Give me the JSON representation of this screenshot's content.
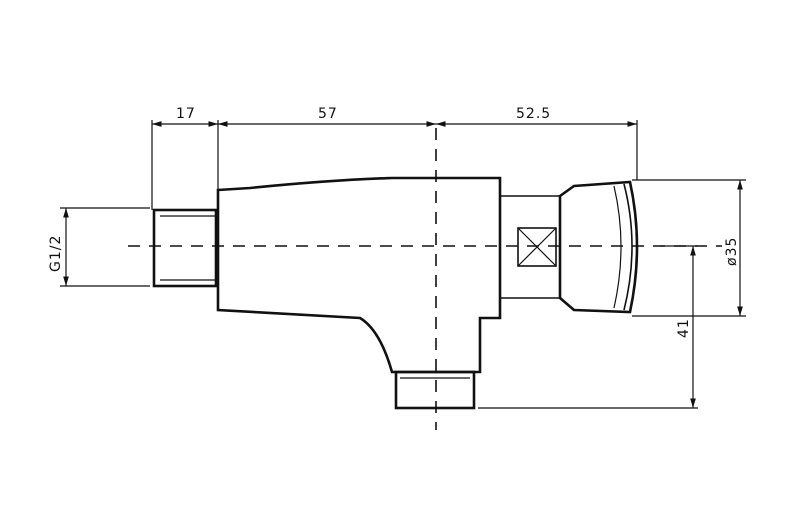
{
  "dimensions": {
    "inlet_length": "17",
    "body_length": "57",
    "cap_length": "52.5",
    "thread_size": "G1/2",
    "cap_diameter": "ø35",
    "outlet_drop": "41"
  }
}
